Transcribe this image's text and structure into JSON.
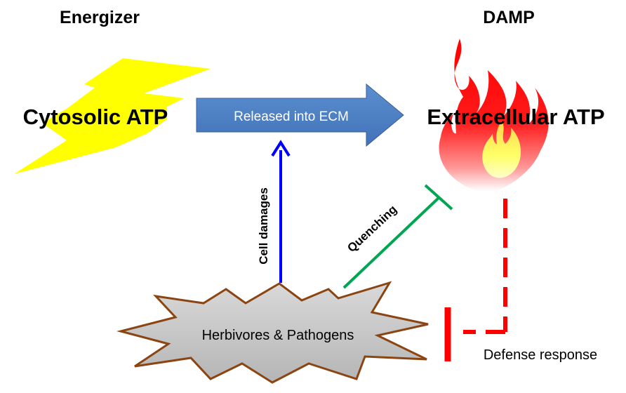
{
  "labels": {
    "energizer": "Energizer",
    "damp": "DAMP",
    "cytosolic_atp": "Cytosolic ATP",
    "released_into_ecm": "Released into ECM",
    "extracellular_atp": "Extracellular ATP",
    "cell_damages": "Cell damages",
    "quenching": "Quenching",
    "herbivores_pathogens": "Herbivores & Pathogens",
    "defense_response": "Defense response"
  },
  "colors": {
    "lightning": "#ffff00",
    "process_arrow": "#4f81bd",
    "cell_damage_arrow": "#0000ff",
    "quenching_line": "#00a651",
    "defense_line": "#ff0000",
    "burst_fill": "#c8c8c8",
    "burst_stroke": "#8b4513",
    "flame_outer": "#ff0000",
    "flame_inner": "#ffff66"
  },
  "icons": {
    "energizer": "lightning-bolt-icon",
    "damp": "flame-icon",
    "attackers": "explosion-burst-icon"
  }
}
